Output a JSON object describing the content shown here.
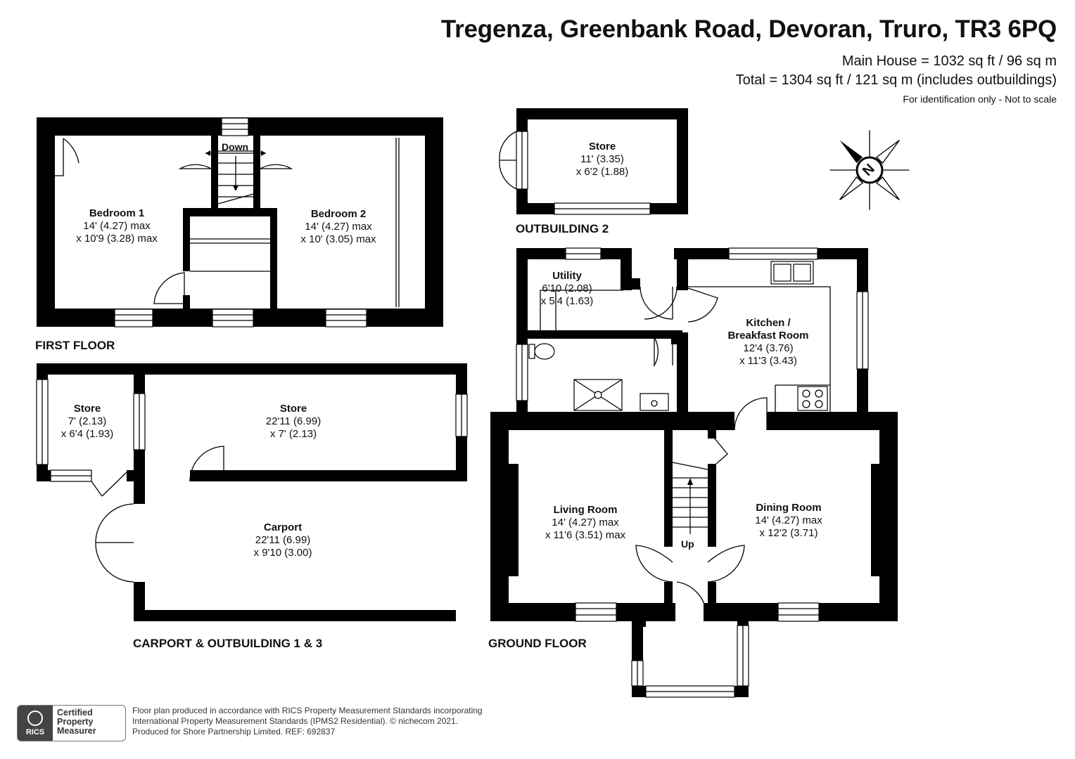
{
  "header": {
    "title": "Tregenza, Greenbank Road, Devoran, Truro, TR3 6PQ",
    "main_house_area": "Main House = 1032 sq ft / 96 sq m",
    "total_area": "Total = 1304 sq ft / 121 sq m (includes outbuildings)",
    "note": "For identification only - Not to scale"
  },
  "sections": {
    "first_floor": "FIRST FLOOR",
    "outbuilding_2": "OUTBUILDING 2",
    "carport_outbuildings": "CARPORT & OUTBUILDING 1 & 3",
    "ground_floor": "GROUND FLOOR"
  },
  "rooms": {
    "bedroom1": {
      "name": "Bedroom 1",
      "dim1": "14' (4.27) max",
      "dim2": "x 10'9 (3.28) max"
    },
    "bedroom2": {
      "name": "Bedroom 2",
      "dim1": "14' (4.27) max",
      "dim2": "x 10' (3.05) max"
    },
    "store_out2": {
      "name": "Store",
      "dim1": "11' (3.35)",
      "dim2": "x 6'2 (1.88)"
    },
    "utility": {
      "name": "Utility",
      "dim1": "6'10 (2.08)",
      "dim2": "x 5'4 (1.63)"
    },
    "kitchen": {
      "name": "Kitchen /",
      "name2": "Breakfast Room",
      "dim1": "12'4 (3.76)",
      "dim2": "x 11'3 (3.43)"
    },
    "store_small": {
      "name": "Store",
      "dim1": "7' (2.13)",
      "dim2": "x 6'4 (1.93)"
    },
    "store_large": {
      "name": "Store",
      "dim1": "22'11 (6.99)",
      "dim2": "x 7' (2.13)"
    },
    "carport": {
      "name": "Carport",
      "dim1": "22'11 (6.99)",
      "dim2": "x 9'10 (3.00)"
    },
    "living": {
      "name": "Living Room",
      "dim1": "14' (4.27) max",
      "dim2": "x 11'6 (3.51) max"
    },
    "dining": {
      "name": "Dining Room",
      "dim1": "14' (4.27) max",
      "dim2": "x 12'2 (3.71)"
    }
  },
  "stairs": {
    "down": "Down",
    "up": "Up"
  },
  "compass": {
    "label": "N"
  },
  "badge": {
    "org": "RICS",
    "line1": "Certified",
    "line2": "Property",
    "line3": "Measurer"
  },
  "footer": {
    "line1": "Floor plan produced in accordance with RICS Property Measurement Standards incorporating",
    "line2": "International Property Measurement Standards (IPMS2 Residential).   © nichecom 2021.",
    "line3": "Produced for Shore Partnership Limited.   REF:  692837"
  },
  "colors": {
    "wall": "#000000",
    "window": "#ffffff",
    "line": "#444444",
    "badge": "#444444"
  }
}
